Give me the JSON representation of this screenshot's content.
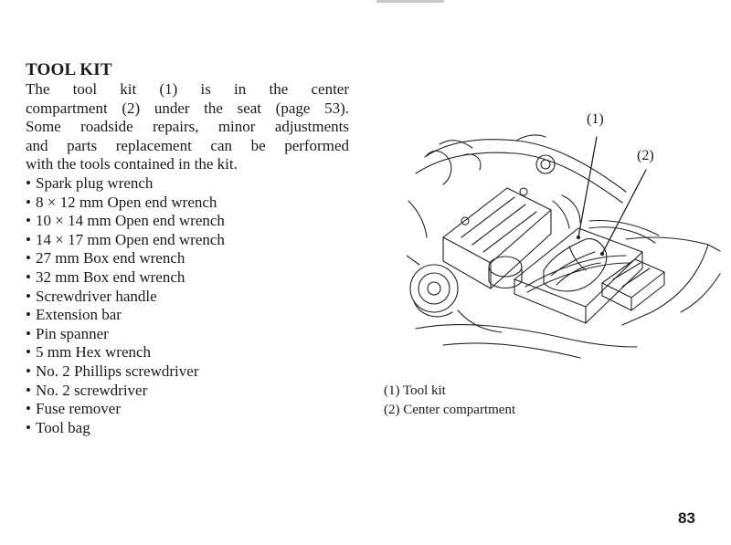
{
  "section": {
    "title": "TOOL KIT",
    "intro_lines": [
      "The tool kit (1) is in the center",
      "compartment (2) under the seat (page 53).",
      "Some roadside repairs, minor adjustments",
      "and parts replacement can be performed",
      "with the tools contained in the kit."
    ],
    "tools": [
      "Spark plug wrench",
      "8 × 12 mm Open end wrench",
      "10 × 14 mm Open end wrench",
      "14 × 17 mm Open end wrench",
      "27 mm Box end wrench",
      "32 mm Box end wrench",
      "Screwdriver handle",
      "Extension bar",
      "Pin spanner",
      "5 mm Hex wrench",
      "No. 2 Phillips screwdriver",
      "No. 2 screwdriver",
      "Fuse remover",
      "Tool bag"
    ]
  },
  "figure": {
    "callouts": [
      "(1)",
      "(2)"
    ],
    "captions": [
      "(1) Tool kit",
      "(2) Center compartment"
    ]
  },
  "page_number": "83"
}
